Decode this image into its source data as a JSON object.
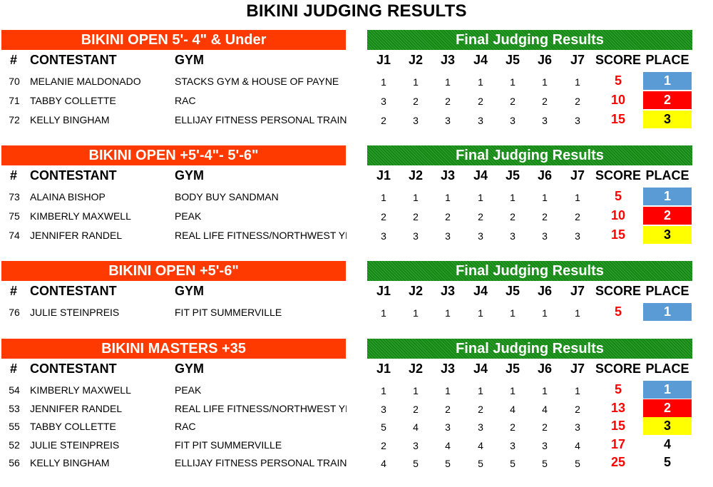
{
  "title": "BIKINI JUDGING RESULTS",
  "headers": {
    "num": "#",
    "contestant": "CONTESTANT",
    "gym": "GYM",
    "judges": [
      "J1",
      "J2",
      "J3",
      "J4",
      "J5",
      "J6",
      "J7"
    ],
    "score": "SCORE",
    "place": "PLACE"
  },
  "colors": {
    "category_bar": "#ff3a00",
    "final_bar": "#128a12",
    "place_1": "#5b9bd5",
    "place_2": "#ff0000",
    "place_3": "#ffff00",
    "score_text": "#ff0000"
  },
  "sections": [
    {
      "category": "BIKINI  OPEN  5'- 4\" & Under",
      "final_label": "Final Judging Results",
      "rows": [
        {
          "num": "70",
          "name": "MELANIE MALDONADO",
          "gym": "STACKS GYM & HOUSE OF PAYNE",
          "scores": [
            "1",
            "1",
            "1",
            "1",
            "1",
            "1",
            "1"
          ],
          "total": "5",
          "place": "1"
        },
        {
          "num": "71",
          "name": "TABBY COLLETTE",
          "gym": "RAC",
          "scores": [
            "3",
            "2",
            "2",
            "2",
            "2",
            "2",
            "2"
          ],
          "total": "10",
          "place": "2"
        },
        {
          "num": "72",
          "name": "KELLY BINGHAM",
          "gym": "ELLIJAY FITNESS PERSONAL TRAINER",
          "scores": [
            "2",
            "3",
            "3",
            "3",
            "3",
            "3",
            "3"
          ],
          "total": "15",
          "place": "3"
        }
      ]
    },
    {
      "category": "BIKINI  OPEN  +5'-4\"- 5'-6\"",
      "final_label": "Final Judging Results",
      "rows": [
        {
          "num": "73",
          "name": "ALAINA BISHOP",
          "gym": "BODY BUY SANDMAN",
          "scores": [
            "1",
            "1",
            "1",
            "1",
            "1",
            "1",
            "1"
          ],
          "total": "5",
          "place": "1"
        },
        {
          "num": "75",
          "name": "KIMBERLY MAXWELL",
          "gym": "PEAK",
          "scores": [
            "2",
            "2",
            "2",
            "2",
            "2",
            "2",
            "2"
          ],
          "total": "10",
          "place": "2"
        },
        {
          "num": "74",
          "name": "JENNIFER RANDEL",
          "gym": "REAL LIFE FITNESS/NORTHWEST YMCA",
          "scores": [
            "3",
            "3",
            "3",
            "3",
            "3",
            "3",
            "3"
          ],
          "total": "15",
          "place": "3"
        }
      ]
    },
    {
      "category": "BIKINI  OPEN  +5'-6\"",
      "final_label": "Final Judging Results",
      "rows": [
        {
          "num": "76",
          "name": "JULIE STEINPREIS",
          "gym": "FIT PIT SUMMERVILLE",
          "scores": [
            "1",
            "1",
            "1",
            "1",
            "1",
            "1",
            "1"
          ],
          "total": "5",
          "place": "1"
        }
      ]
    },
    {
      "category": "BIKINI  MASTERS +35",
      "final_label": "Final Judging Results",
      "rows": [
        {
          "num": "54",
          "name": "KIMBERLY MAXWELL",
          "gym": "PEAK",
          "scores": [
            "1",
            "1",
            "1",
            "1",
            "1",
            "1",
            "1"
          ],
          "total": "5",
          "place": "1"
        },
        {
          "num": "53",
          "name": "JENNIFER RANDEL",
          "gym": "REAL LIFE FITNESS/NORTHWEST YMCA",
          "scores": [
            "3",
            "2",
            "2",
            "2",
            "4",
            "4",
            "2"
          ],
          "total": "13",
          "place": "2"
        },
        {
          "num": "55",
          "name": "TABBY COLLETTE",
          "gym": "RAC",
          "scores": [
            "5",
            "4",
            "3",
            "3",
            "2",
            "2",
            "3"
          ],
          "total": "15",
          "place": "3"
        },
        {
          "num": "52",
          "name": "JULIE STEINPREIS",
          "gym": "FIT PIT SUMMERVILLE",
          "scores": [
            "2",
            "3",
            "4",
            "4",
            "3",
            "3",
            "4"
          ],
          "total": "17",
          "place": "4"
        },
        {
          "num": "56",
          "name": "KELLY BINGHAM",
          "gym": "ELLIJAY FITNESS PERSONAL TRAINER",
          "scores": [
            "4",
            "5",
            "5",
            "5",
            "5",
            "5",
            "5"
          ],
          "total": "25",
          "place": "5"
        }
      ]
    }
  ]
}
